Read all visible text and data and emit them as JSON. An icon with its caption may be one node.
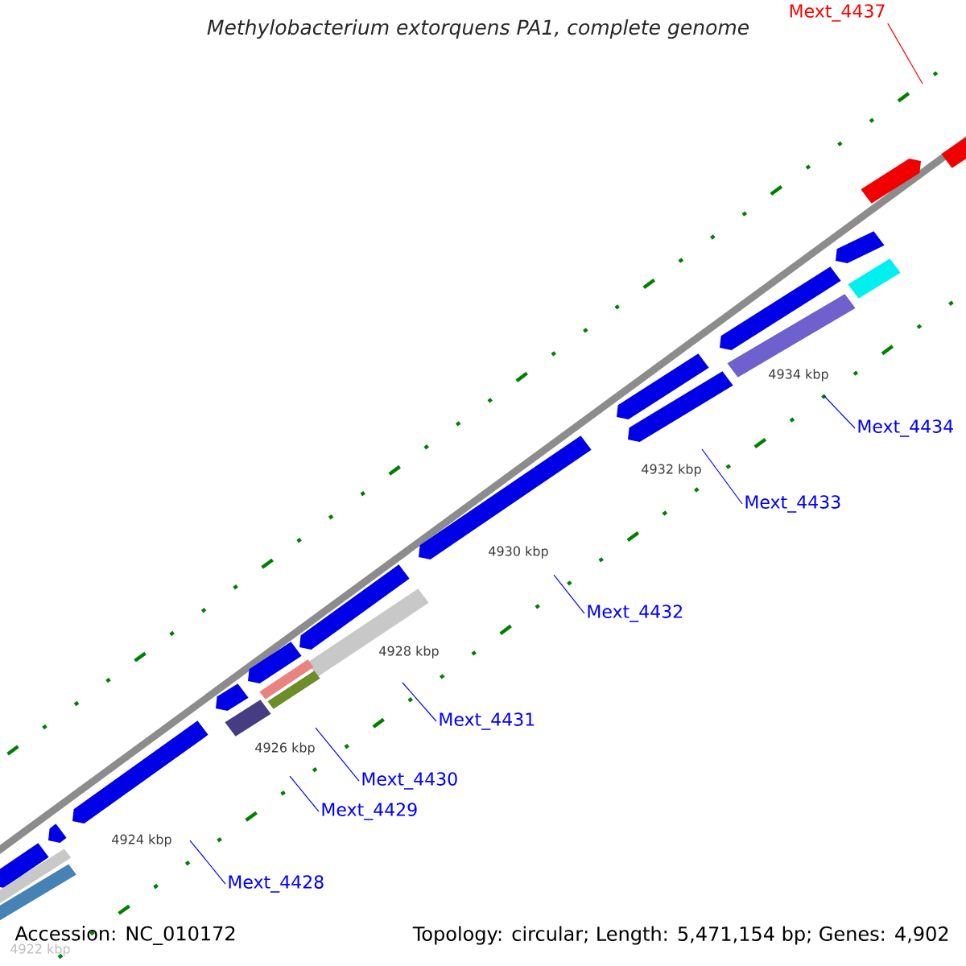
{
  "diagram": {
    "title": "Methylobacterium extorquens PA1, complete genome",
    "nodes": [
      {
        "text": [
          "Mext_4437"
        ]
      },
      {
        "text": [
          "Mext_4434"
        ]
      },
      {
        "text": [
          "Mext_4433"
        ]
      },
      {
        "text": [
          "Mext_4432"
        ]
      },
      {
        "text": [
          "Mext_4431"
        ]
      },
      {
        "text": [
          "Mext_4430"
        ]
      },
      {
        "text": [
          "Mext_4429"
        ]
      },
      {
        "text": [
          "Mext_4428"
        ]
      }
    ],
    "edges": [
      {
        "from": 0,
        "to": null,
        "arrow": "none",
        "color": "#ff0000"
      },
      {
        "from": 1,
        "to": null,
        "arrow": "none"
      },
      {
        "from": 2,
        "to": null,
        "arrow": "none"
      },
      {
        "from": 3,
        "to": null,
        "arrow": "none"
      },
      {
        "from": 4,
        "to": null,
        "arrow": "none"
      },
      {
        "from": 5,
        "to": null,
        "arrow": "none"
      },
      {
        "from": 6,
        "to": null,
        "arrow": "none"
      },
      {
        "from": 7,
        "to": null,
        "arrow": "none"
      }
    ],
    "labels": [
      "4934 kbp",
      "4932 kbp",
      "4930 kbp",
      "4928 kbp",
      "4926 kbp",
      "4924 kbp",
      "4922 kbp",
      "Accession: NC_010172",
      "Topology: circular; Length: 5,471,154 bp; Genes: 4,902"
    ]
  }
}
